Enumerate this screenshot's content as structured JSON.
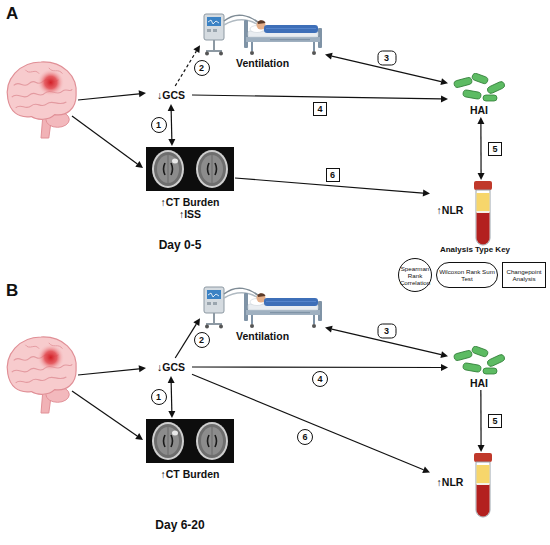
{
  "diagram": {
    "nodes": [
      {
        "text": [
          "Ventilation"
        ]
      },
      {
        "text": [
          "↓GCS"
        ]
      },
      {
        "text": [
          "HAI"
        ]
      },
      {
        "text": [
          "↑CT Burden ↑ISS"
        ]
      },
      {
        "text": [
          "↑NLR"
        ]
      },
      {
        "text": [
          "Ventilation"
        ]
      },
      {
        "text": [
          "↓GCS"
        ]
      },
      {
        "text": [
          "HAI"
        ]
      },
      {
        "text": [
          "↑CT Burden"
        ]
      },
      {
        "text": [
          "↑NLR"
        ]
      }
    ],
    "edges": [
      {
        "from": 1,
        "to": 3,
        "arrow": "both",
        "label": "1"
      },
      {
        "from": 1,
        "to": 0,
        "arrow": "to",
        "label": "2"
      },
      {
        "from": 0,
        "to": 2,
        "arrow": "both",
        "label": "3"
      },
      {
        "from": 1,
        "to": 2,
        "arrow": "to",
        "label": "4"
      },
      {
        "from": 2,
        "to": 4,
        "arrow": "both",
        "label": "5"
      },
      {
        "from": 3,
        "to": 4,
        "arrow": "to",
        "label": "6"
      },
      {
        "from": 6,
        "to": 8,
        "arrow": "both",
        "label": "1"
      },
      {
        "from": 6,
        "to": 5,
        "arrow": "to",
        "label": "2"
      },
      {
        "from": 5,
        "to": 7,
        "arrow": "both",
        "label": "3"
      },
      {
        "from": 6,
        "to": 7,
        "arrow": "to",
        "label": "4"
      },
      {
        "from": 7,
        "to": 9,
        "arrow": "to",
        "label": "5"
      },
      {
        "from": 6,
        "to": 9,
        "arrow": "to",
        "label": "6"
      }
    ],
    "labels": [
      "A",
      "Day 0-5",
      "Analysis Type Key",
      "B",
      "Day 6-20"
    ],
    "legend": [
      {
        "text": "Spearman Rank Correlation"
      },
      {
        "text": "Wilcoxon Rank Sum Test"
      },
      {
        "text": "Changepoint Analysis"
      }
    ]
  }
}
